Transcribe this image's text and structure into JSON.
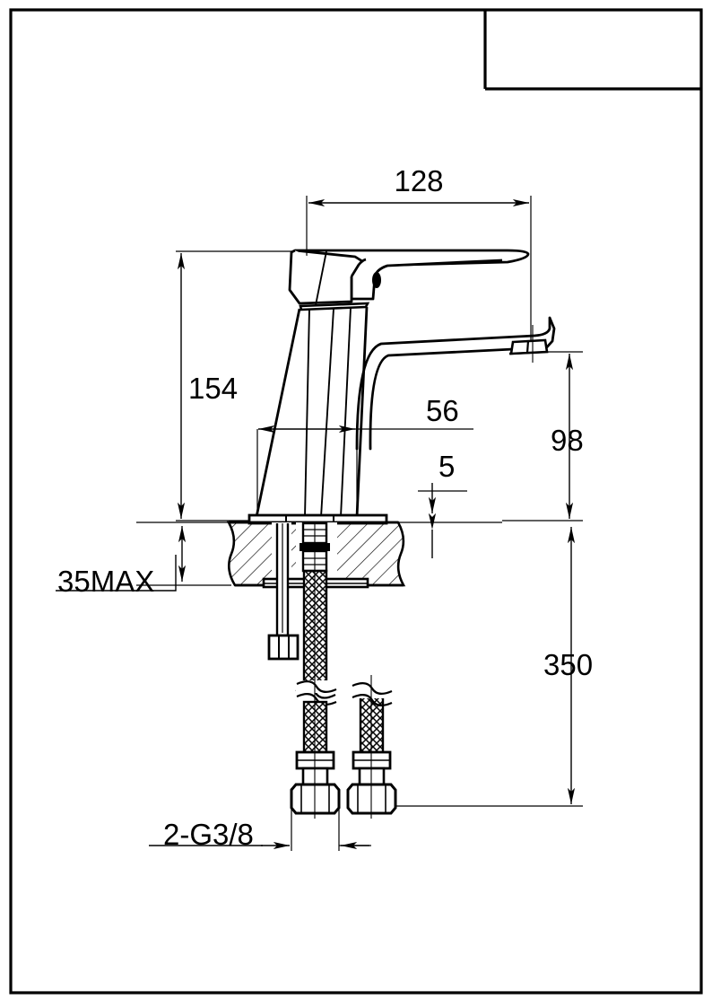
{
  "drawing": {
    "type": "technical-dimension-drawing",
    "subject": "single-lever basin mixer faucet",
    "units": "mm",
    "line_color": "#000000",
    "background_color": "#ffffff",
    "frame": {
      "present": true,
      "title_block_empty": true
    }
  },
  "dimensions": {
    "spout_reach": {
      "label": "128",
      "orientation": "horizontal",
      "position": "top"
    },
    "overall_height": {
      "label": "154",
      "orientation": "vertical",
      "position": "left"
    },
    "body_width": {
      "label": "56",
      "orientation": "horizontal",
      "position": "middle"
    },
    "base_thickness": {
      "label": "5",
      "orientation": "vertical",
      "position": "middle-right"
    },
    "spout_height": {
      "label": "98",
      "orientation": "vertical",
      "position": "right"
    },
    "hose_length": {
      "label": "350",
      "orientation": "vertical",
      "position": "right"
    },
    "counter_thickness": {
      "label": "35MAX",
      "orientation": "vertical",
      "position": "left-leader"
    },
    "connection_thread": {
      "label": "2-G3/8",
      "orientation": "horizontal",
      "position": "bottom-leader"
    }
  },
  "labels": {
    "d128": "128",
    "d154": "154",
    "d56": "56",
    "d5": "5",
    "d98": "98",
    "d350": "350",
    "d35max": "35MAX",
    "dthread": "2-G3/8"
  },
  "parts": {
    "lever_handle": "lever-handle",
    "faucet_body": "faucet-body",
    "spout": "spout",
    "aerator": "aerator-nozzle",
    "base_plate": "base-plate",
    "countertop": "countertop-section",
    "threaded_shank": "threaded-shank",
    "mounting_nut": "mounting-nut",
    "pop_up_rod": "pop-up-drain-rod",
    "rod_clamp": "rod-clamp",
    "hose_left": "braided-supply-hose-left",
    "hose_right": "braided-supply-hose-right",
    "nut_left": "hex-connector-nut-left",
    "nut_right": "hex-connector-nut-right",
    "break_symbol": "break-line"
  }
}
